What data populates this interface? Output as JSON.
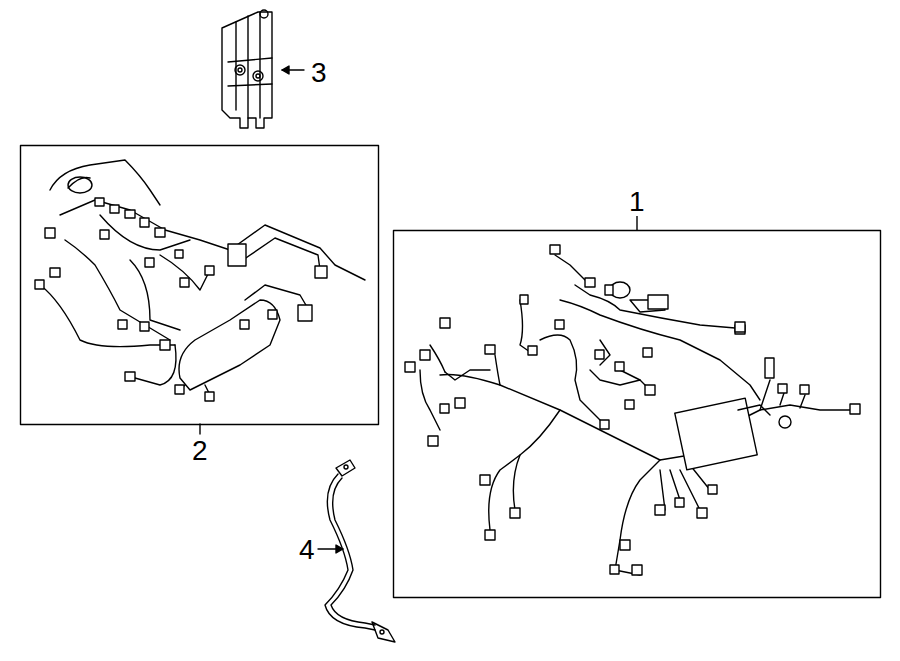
{
  "diagram": {
    "labels": [
      "3",
      "1",
      "2",
      "4"
    ]
  }
}
